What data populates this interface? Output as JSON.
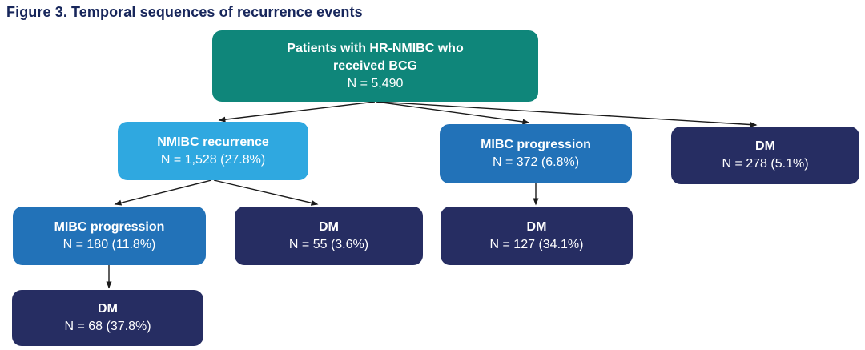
{
  "figure": {
    "title": "Figure 3. Temporal sequences of recurrence events"
  },
  "colors": {
    "title_text": "#17265B",
    "root_box": "#0F867A",
    "recurrence_box": "#2FA8E0",
    "progression_box": "#2272B8",
    "dm_box": "#262D62",
    "box_text": "#FFFFFF",
    "arrow": "#1A1A1A",
    "background": "#FFFFFF"
  },
  "nodes": {
    "root": {
      "label": "Patients with HR-NMIBC who\nreceived BCG",
      "n": "N = 5,490"
    },
    "nmibc_recurrence": {
      "label": "NMIBC recurrence",
      "n": "N = 1,528 (27.8%)"
    },
    "mibc_progression_from_root": {
      "label": "MIBC progression",
      "n": "N = 372 (6.8%)"
    },
    "dm_from_root": {
      "label": "DM",
      "n": "N = 278 (5.1%)"
    },
    "mibc_progression_from_recurrence": {
      "label": "MIBC progression",
      "n": "N = 180 (11.8%)"
    },
    "dm_from_recurrence": {
      "label": "DM",
      "n": "N = 55 (3.6%)"
    },
    "dm_from_mibc_progression": {
      "label": "DM",
      "n": "N = 127 (34.1%)"
    },
    "dm_from_secondary_progression": {
      "label": "DM",
      "n": "N = 68 (37.8%)"
    }
  }
}
